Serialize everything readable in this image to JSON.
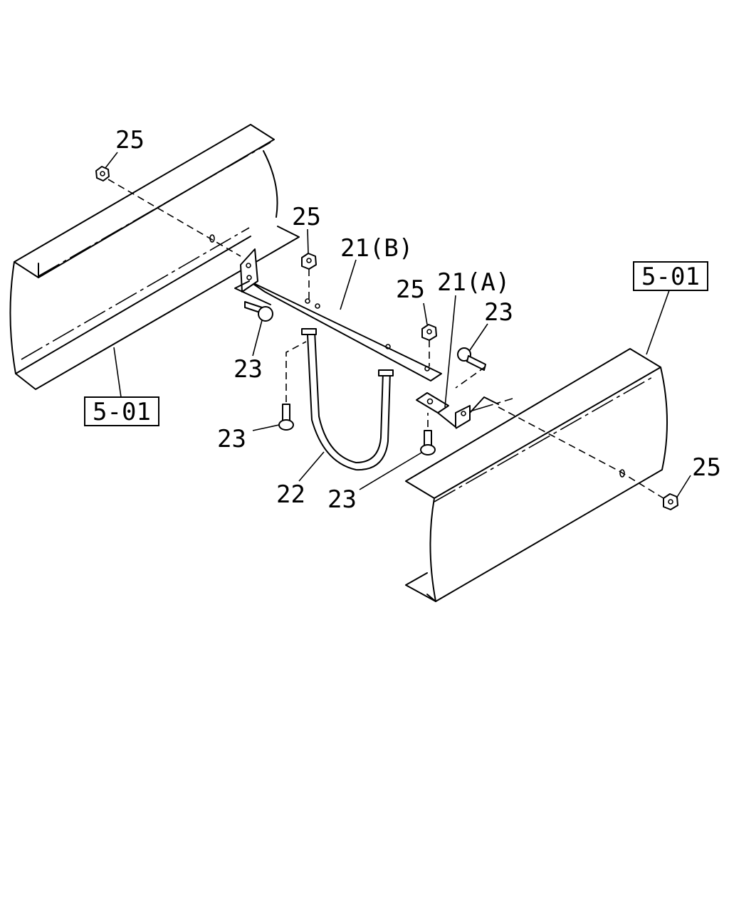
{
  "callouts": {
    "frame_left": "5-01",
    "frame_right": "5-01",
    "nut_top_left": "25",
    "nut_center": "25",
    "nut_right_center": "25",
    "nut_bottom_right": "25",
    "bracket_b": "21(B)",
    "bracket_a": "21(A)",
    "bolt_left_upper": "23",
    "bolt_left_lower": "23",
    "bolt_right_upper": "23",
    "bolt_right_lower": "23",
    "band": "22"
  }
}
